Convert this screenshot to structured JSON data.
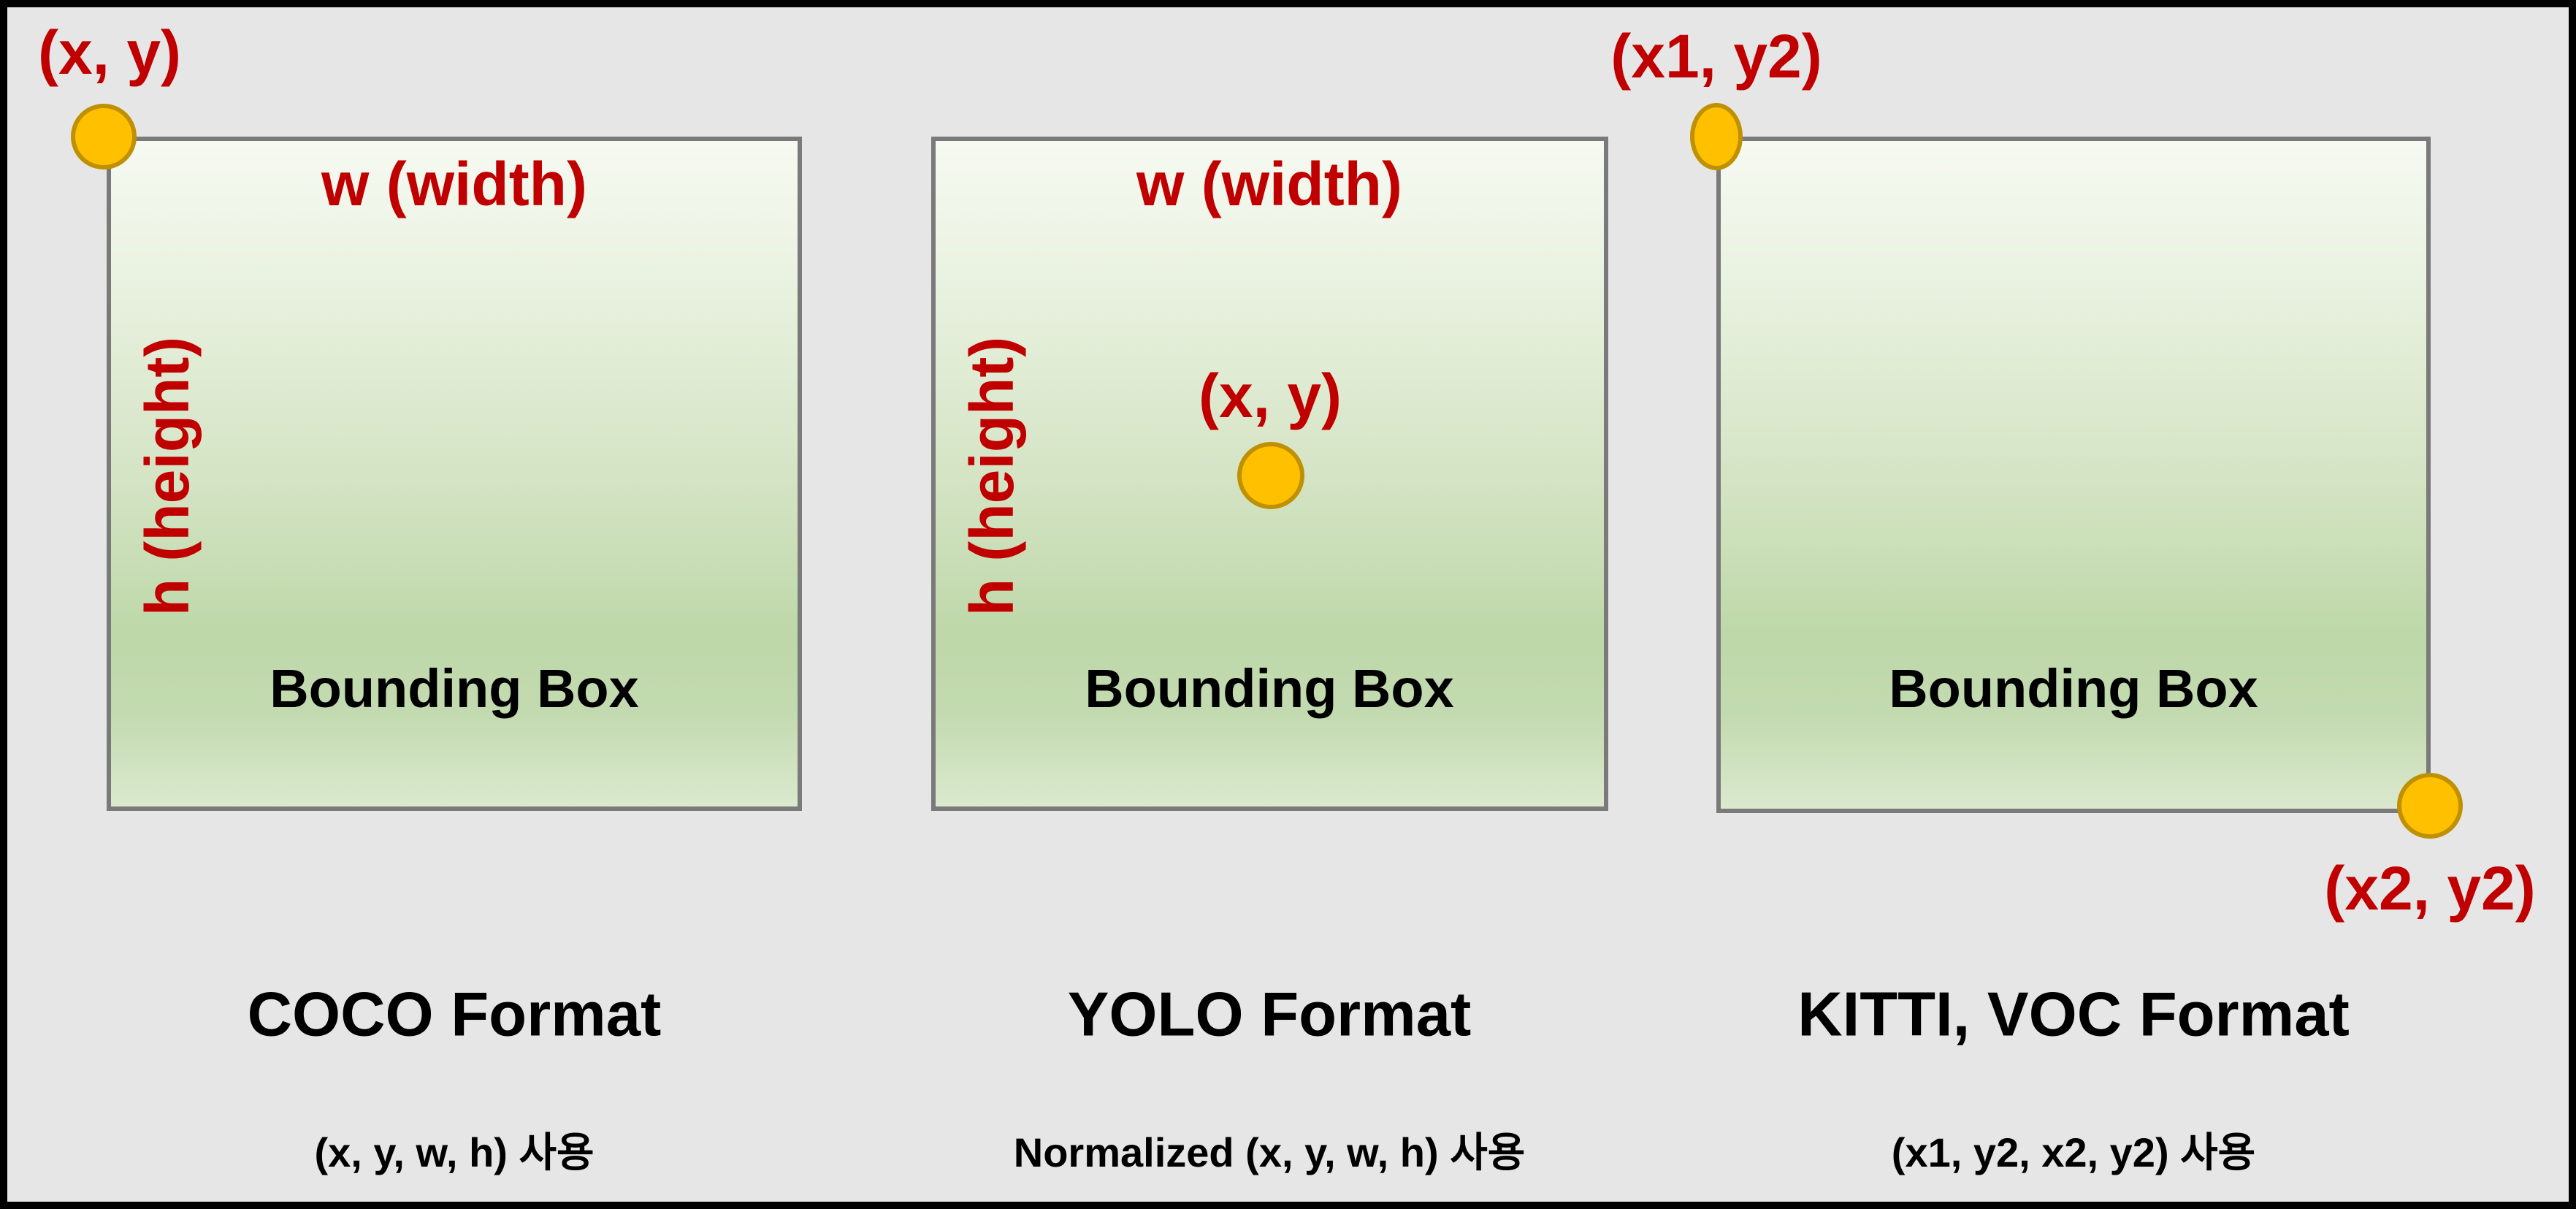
{
  "diagram": {
    "description_colors": {
      "background": "#e7e6e6",
      "frame": "#000000",
      "label_red": "#C00000",
      "box_border": "#7a7a7a",
      "box_gradient_top": "#f6faf2",
      "box_gradient_green": "#bed8a9",
      "point_fill": "#FFC000",
      "point_stroke": "#BF9000",
      "text_black": "#000000"
    },
    "panels": [
      {
        "id": "coco",
        "title": "COCO Format",
        "subtitle": "(x, y, w, h) 사용",
        "box_label": "Bounding Box",
        "width_label": "w (width)",
        "height_label": "h (height)",
        "points": [
          {
            "label": "(x, y)",
            "position": "top-left-corner"
          }
        ]
      },
      {
        "id": "yolo",
        "title": "YOLO Format",
        "subtitle": "Normalized (x, y, w, h) 사용",
        "box_label": "Bounding Box",
        "width_label": "w (width)",
        "height_label": "h (height)",
        "points": [
          {
            "label": "(x, y)",
            "position": "center"
          }
        ]
      },
      {
        "id": "kitti-voc",
        "title": "KITTI, VOC Format",
        "subtitle": "(x1, y2, x2, y2) 사용",
        "box_label": "Bounding Box",
        "points": [
          {
            "label": "(x1, y2)",
            "position": "top-left-corner"
          },
          {
            "label": "(x2, y2)",
            "position": "bottom-right-corner"
          }
        ]
      }
    ]
  }
}
